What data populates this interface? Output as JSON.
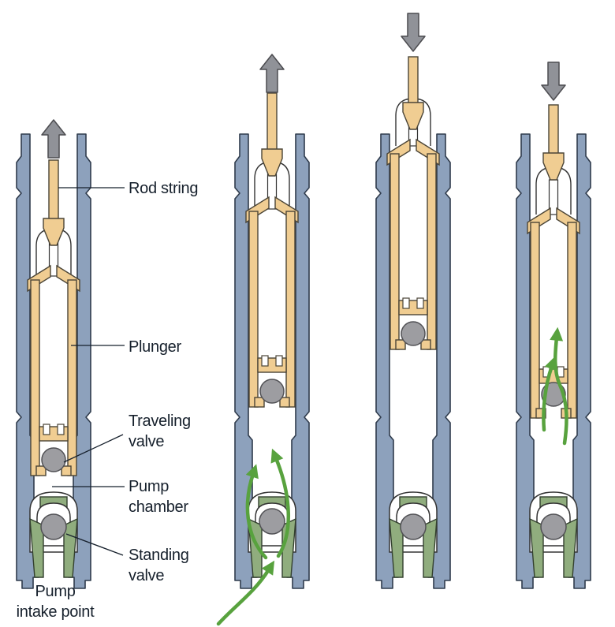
{
  "labels": {
    "rod_string": {
      "text": "Rod string"
    },
    "plunger": {
      "text": "Plunger"
    },
    "traveling_valve": {
      "line1": "Traveling",
      "line2": "valve"
    },
    "pump_chamber": {
      "line1": "Pump",
      "line2": "chamber"
    },
    "standing_valve": {
      "line1": "Standing",
      "line2": "valve"
    },
    "pump_intake_point": {
      "line1": "Pump",
      "line2": "intake point"
    }
  },
  "panels": [
    {
      "name": "pump-1",
      "rod_motion_arrow_icon": "up-arrow",
      "plunger_position": "low",
      "traveling_valve": "closed",
      "standing_valve": "closed",
      "flow_arrow_icons": "none"
    },
    {
      "name": "pump-2",
      "rod_motion_arrow_icon": "up-arrow",
      "plunger_position": "raised",
      "traveling_valve": "closed",
      "standing_valve": "open",
      "flow_arrow_icons": "green-inflow-arrows-through-standing-valve"
    },
    {
      "name": "pump-3",
      "rod_motion_arrow_icon": "down-arrow",
      "plunger_position": "top-of-stroke",
      "traveling_valve": "closed",
      "standing_valve": "closed",
      "flow_arrow_icons": "none"
    },
    {
      "name": "pump-4",
      "rod_motion_arrow_icon": "down-arrow",
      "plunger_position": "descending",
      "traveling_valve": "open",
      "standing_valve": "closed",
      "flow_arrow_icons": "green-upflow-arrows-through-traveling-valve"
    }
  ],
  "colors": {
    "casing": "#8da1bc",
    "casing_outline": "#2f3b4c",
    "pump_metal_tan": "#f0cd92",
    "tan_outline": "#4a4436",
    "valve_ball_gray": "#9d9da1",
    "valve_seat_green": "#90ad7e",
    "flow_arrow_green": "#58a23e",
    "motion_arrow_gray": "#909298",
    "label_text": "#16202c",
    "background": "#ffffff"
  }
}
